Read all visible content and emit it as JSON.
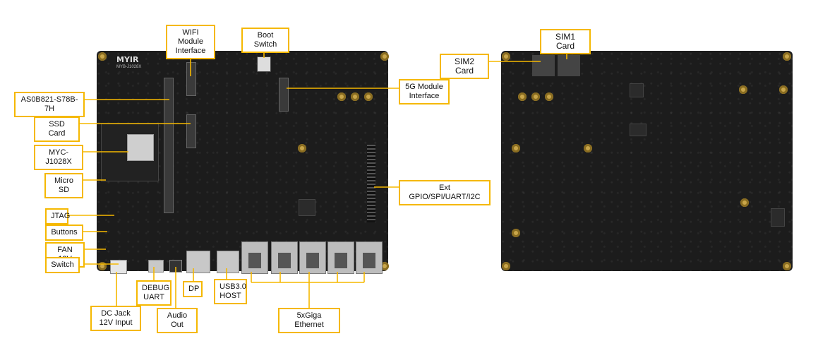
{
  "labels": {
    "wifi": "WIFI Module\nInterface",
    "boot": "Boot Switch",
    "module5g": "5G Module\nInterface",
    "as0b": "AS0B821-S78B-7H",
    "ssd": "SSD Card",
    "myc": "MYC-J1028X",
    "microsd": "Micro SD",
    "gpio": "Ext GPIO/SPI/UART/I2C",
    "jtag": "JTAG",
    "buttons": "Buttons",
    "fan": "FAN 12V",
    "switch": "Switch",
    "debug": "DEBUG\nUART",
    "dp": "DP",
    "usb": "USB3.0\nHOST",
    "dcjack": "DC Jack\n12V Input",
    "audio": "Audio Out",
    "ethernet": "5xGiga Ethernet",
    "sim1": "SIM1 Card",
    "sim2": "SIM2 Card"
  },
  "board_text": {
    "logo": "MYIR",
    "model": "MYB-J1028X"
  },
  "colors": {
    "label_border": "#f5b800",
    "leader_line": "#f5b800",
    "pcb": "#1c1c1c",
    "mount_hole": "#c9a64a"
  }
}
